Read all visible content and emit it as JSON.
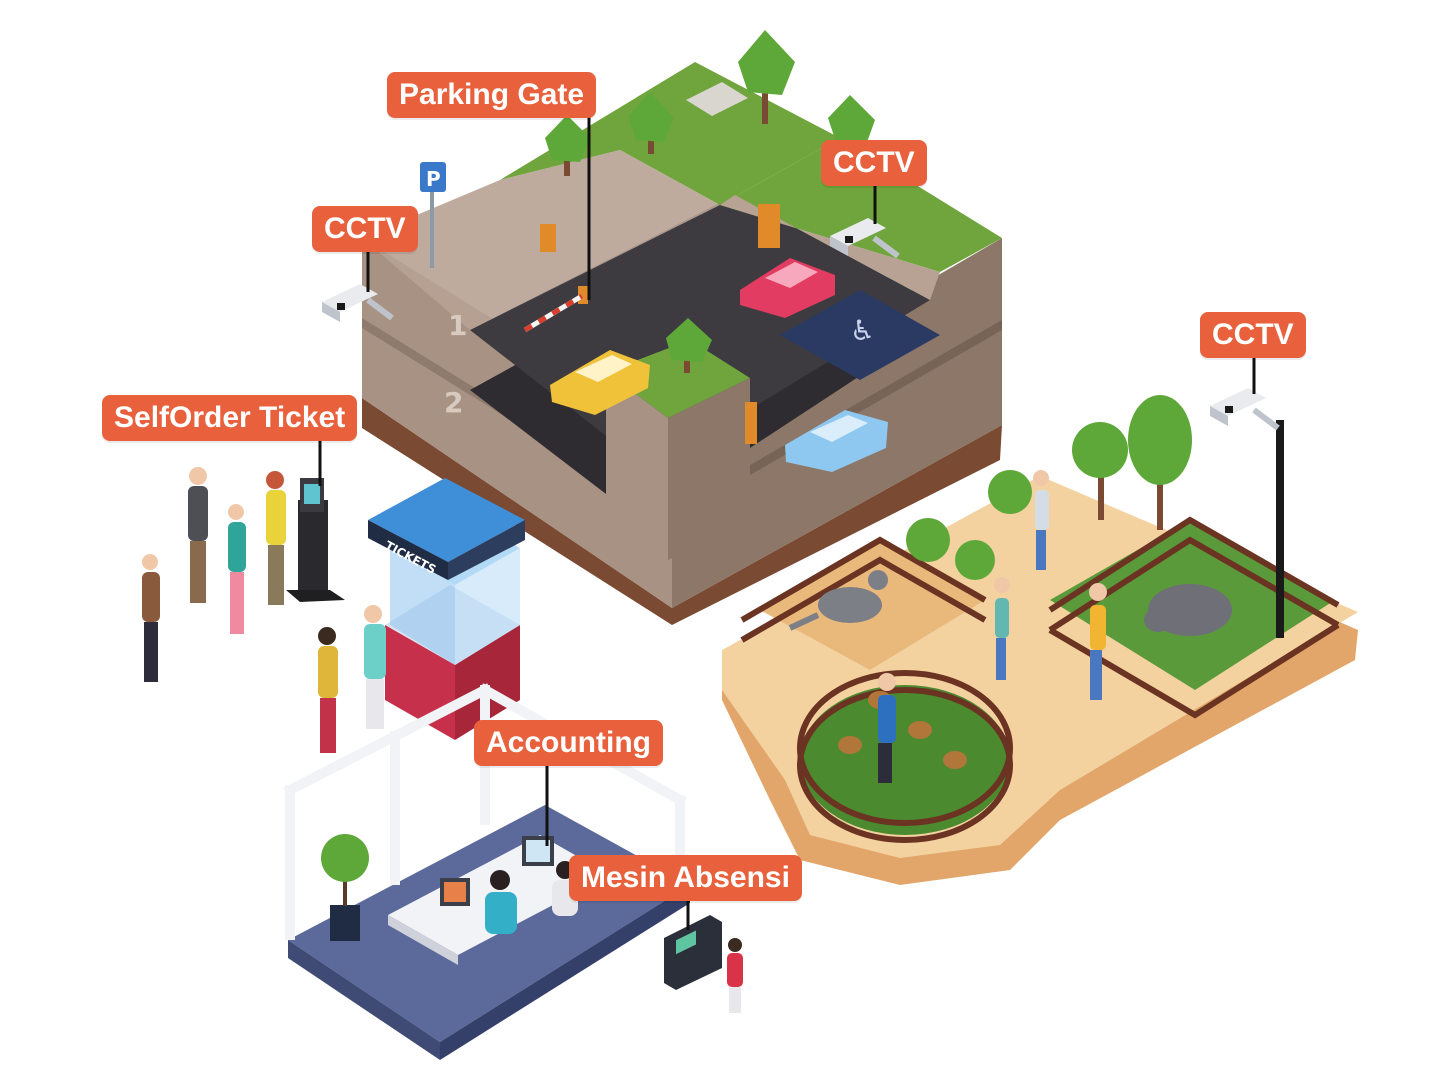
{
  "labels": {
    "parking_gate": "Parking Gate",
    "cctv_parking_left": "CCTV",
    "cctv_parking_right": "CCTV",
    "cctv_zoo": "CCTV",
    "selforder_ticket": "SelfOrder Ticket",
    "accounting": "Accounting",
    "mesin_absensi": "Mesin Absensi"
  },
  "signage": {
    "tickets": "TICKETS",
    "parking_sign": "P",
    "level_1": "1",
    "level_2": "2"
  },
  "colors": {
    "callout": "#e8613c",
    "grass": "#6fa53c",
    "wall": "#a89283",
    "asphalt": "#3d3b3f",
    "sand": "#f3d2a0",
    "fence": "#6b3422",
    "office_floor": "#5b6a9a",
    "booth_roof": "#3f8fd8"
  },
  "icons": [
    "parking-sign-icon",
    "cctv-camera-icon",
    "accessible-parking-icon",
    "tree-icon",
    "car-icon",
    "ticket-kiosk-icon",
    "fingerprint-terminal-icon",
    "laptop-icon",
    "person-icon",
    "animal-icon"
  ]
}
